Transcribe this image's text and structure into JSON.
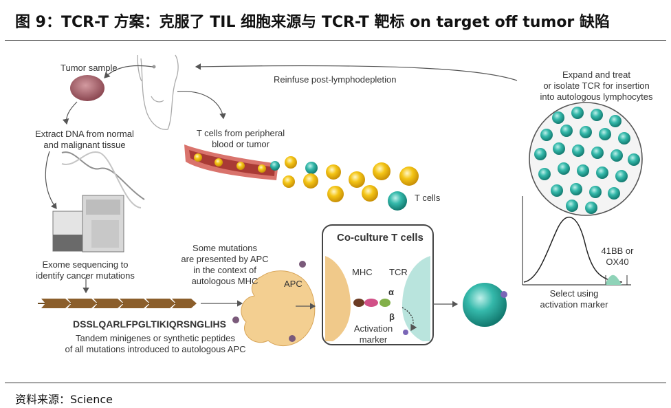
{
  "header": {
    "title": "图 9：TCR-T 方案：克服了 TIL 细胞来源与 TCR-T 靶标 on target off tumor 缺陷"
  },
  "diagram": {
    "tumor_sample": "Tumor sample",
    "reinfuse": "Reinfuse post-lymphodepletion",
    "expand_line1": "Expand and treat",
    "expand_line2": "or isolate TCR for insertion",
    "expand_line3": "into autologous lymphocytes",
    "extract_line1": "Extract DNA from normal",
    "extract_line2": "and malignant tissue",
    "tcells_from_line1": "T cells from peripheral",
    "tcells_from_line2": "blood or tumor",
    "tcells": "T cells",
    "exome_line1": "Exome sequencing to",
    "exome_line2": "identify cancer mutations",
    "some_line1": "Some mutations",
    "some_line2": "are presented by APC",
    "some_line3": "in the context of",
    "some_line4": "autologous MHC",
    "apc": "APC",
    "coculture": "Co-culture T cells",
    "mhc": "MHC",
    "tcr": "TCR",
    "alpha": "α",
    "beta": "β",
    "activation_line1": "Activation",
    "activation_line2": "marker",
    "peptide_seq": "DSSLQARLFPGLTIKIQRSNGLIHS",
    "tandem_line1": "Tandem minigenes or synthetic peptides",
    "tandem_line2": "of all mutations introduced to autologous APC",
    "marker_line1": "41BB or",
    "marker_line2": "OX40",
    "select_line1": "Select using",
    "select_line2": "activation marker"
  },
  "footer": {
    "source": "资料来源：Science"
  },
  "colors": {
    "teal": "#2fb3a6",
    "yellow": "#f3c21b",
    "vessel": "#c0504d",
    "apc": "#f0c98a"
  }
}
